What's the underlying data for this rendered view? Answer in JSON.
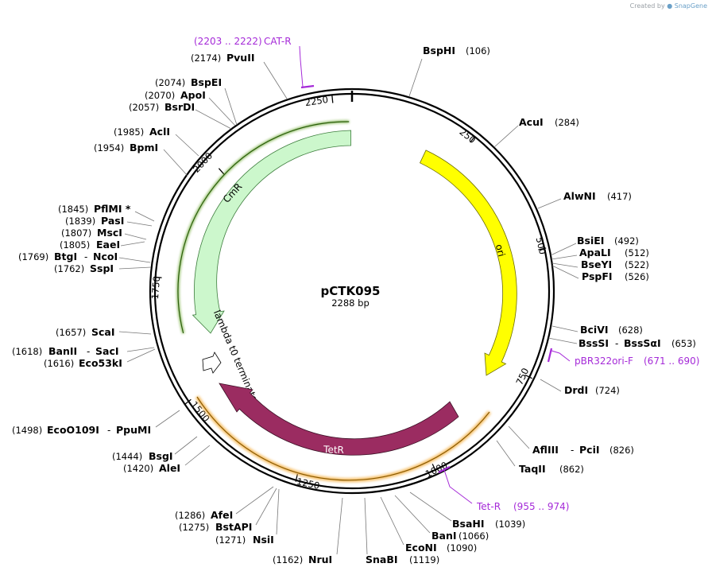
{
  "credit": {
    "prefix": "Created by",
    "brand": "SnapGene"
  },
  "plasmid": {
    "name": "pCTK095",
    "length_label": "2288 bp",
    "length": 2288
  },
  "colors": {
    "ori": "#ffff00",
    "cmr": "#ccf7cc",
    "tetr": "#9b2c61",
    "primer": "#a52ad8",
    "tetr_glow": "#f4b24a",
    "cmr_glow": "#5fa021"
  },
  "ticks": [
    "250",
    "500",
    "750",
    "1000",
    "1250",
    "1500",
    "1750",
    "2000",
    "2250"
  ],
  "features": [
    {
      "name": "ori",
      "color": "ori",
      "label_color": "#000"
    },
    {
      "name": "CmR",
      "color": "cmr",
      "label_color": "#000"
    },
    {
      "name": "TetR",
      "color": "tetr",
      "label_color": "#ffffff"
    },
    {
      "name": "lambda t0 terminator",
      "color": "none",
      "label_color": "#000"
    }
  ],
  "primers": [
    {
      "name": "CAT-R",
      "range": "(2203 .. 2222)"
    },
    {
      "name": "pBR322ori-F",
      "range": "(671 .. 690)"
    },
    {
      "name": "Tet-R",
      "range": "(955 .. 974)"
    }
  ],
  "enzymes": [
    {
      "name": "BspHI",
      "pos": "(106)"
    },
    {
      "name": "AcuI",
      "pos": "(284)"
    },
    {
      "name": "AlwNI",
      "pos": "(417)"
    },
    {
      "name": "BsiEI",
      "pos": "(492)"
    },
    {
      "name": "ApaLI",
      "pos": "(512)"
    },
    {
      "name": "BseYI",
      "pos": "(522)"
    },
    {
      "name": "PspFI",
      "pos": "(526)"
    },
    {
      "name": "BciVI",
      "pos": "(628)"
    },
    {
      "name": "BssSI",
      "name2": "BssSαI",
      "pos": "(653)"
    },
    {
      "name": "DrdI",
      "pos": "(724)"
    },
    {
      "name": "AflIII",
      "name2": "PciI",
      "pos": "(826)"
    },
    {
      "name": "TaqII",
      "pos": "(862)"
    },
    {
      "name": "BsaHI",
      "pos": "(1039)"
    },
    {
      "name": "BanI",
      "pos": "(1066)"
    },
    {
      "name": "EcoNI",
      "pos": "(1090)"
    },
    {
      "name": "SnaBI",
      "pos": "(1119)"
    },
    {
      "name": "NruI",
      "pos": "(1162)"
    },
    {
      "name": "NsiI",
      "pos": "(1271)"
    },
    {
      "name": "BstAPI",
      "pos": "(1275)"
    },
    {
      "name": "AfeI",
      "pos": "(1286)"
    },
    {
      "name": "AleI",
      "pos": "(1420)"
    },
    {
      "name": "BsgI",
      "pos": "(1444)"
    },
    {
      "name": "EcoO109I",
      "name2": "PpuMI",
      "pos": "(1498)"
    },
    {
      "name": "Eco53kI",
      "pos": "(1616)"
    },
    {
      "name": "BanII",
      "name2": "SacI",
      "pos": "(1618)"
    },
    {
      "name": "ScaI",
      "pos": "(1657)"
    },
    {
      "name": "SspI",
      "pos": "(1762)"
    },
    {
      "name": "BtgI",
      "name2": "NcoI",
      "pos": "(1769)"
    },
    {
      "name": "EaeI",
      "pos": "(1805)"
    },
    {
      "name": "MscI",
      "pos": "(1807)"
    },
    {
      "name": "PasI",
      "pos": "(1839)"
    },
    {
      "name": "PflMI *",
      "pos": "(1845)"
    },
    {
      "name": "BpmI",
      "pos": "(1954)"
    },
    {
      "name": "AclI",
      "pos": "(1985)"
    },
    {
      "name": "BsrDI",
      "pos": "(2057)"
    },
    {
      "name": "ApoI",
      "pos": "(2070)"
    },
    {
      "name": "BspEI",
      "pos": "(2074)"
    },
    {
      "name": "PvuII",
      "pos": "(2174)"
    }
  ]
}
